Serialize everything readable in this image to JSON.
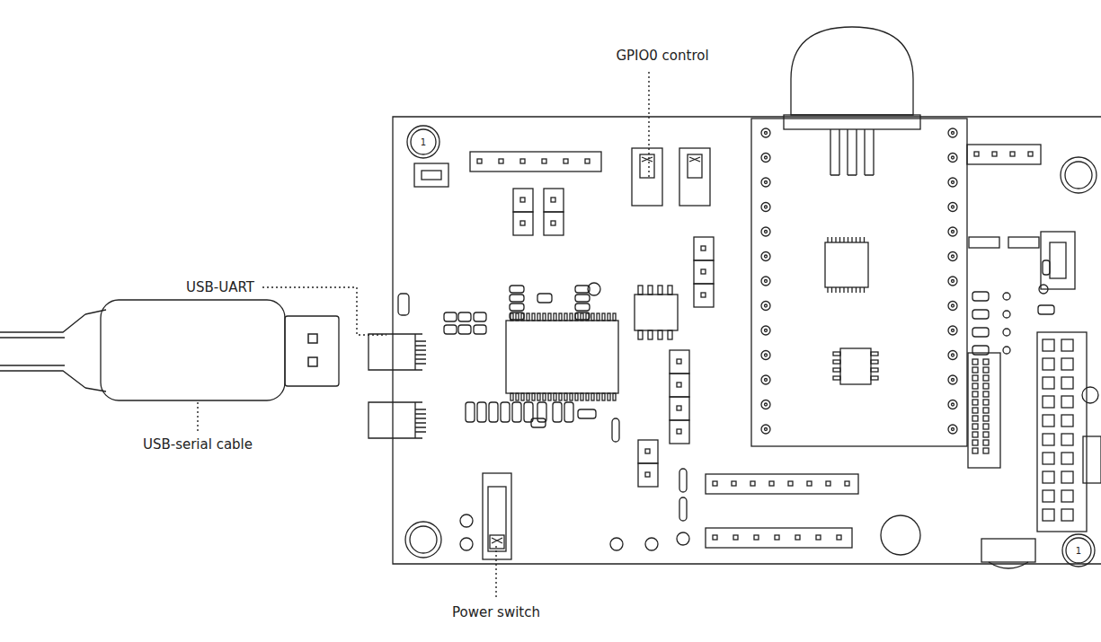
{
  "diagram": {
    "labels": [
      "GPIO0 control",
      "USB-UART",
      "USB-serial cable",
      "Power switch",
      "1",
      "1"
    ]
  }
}
